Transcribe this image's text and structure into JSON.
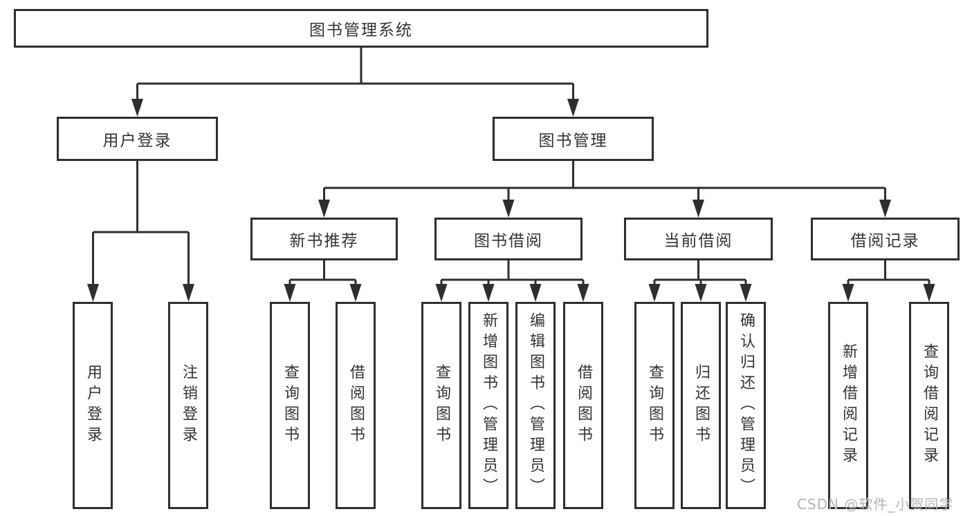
{
  "tree": {
    "label": "图书管理系统",
    "children": [
      {
        "label": "用户登录",
        "children": [
          {
            "label": "用户登录"
          },
          {
            "label": "注销登录"
          }
        ]
      },
      {
        "label": "图书管理",
        "children": [
          {
            "label": "新书推荐",
            "children": [
              {
                "label": "查询图书"
              },
              {
                "label": "借阅图书"
              }
            ]
          },
          {
            "label": "图书借阅",
            "children": [
              {
                "label": "查询图书"
              },
              {
                "label": "新增图书（管理员）"
              },
              {
                "label": "编辑图书（管理员）"
              },
              {
                "label": "借阅图书"
              }
            ]
          },
          {
            "label": "当前借阅",
            "children": [
              {
                "label": "查询图书"
              },
              {
                "label": "归还图书"
              },
              {
                "label": "确认归还（管理员）"
              }
            ]
          },
          {
            "label": "借阅记录",
            "children": [
              {
                "label": "新增借阅记录"
              },
              {
                "label": "查询借阅记录"
              }
            ]
          }
        ]
      }
    ]
  },
  "watermark": {
    "text": "CSDN @软件_小贺同学"
  },
  "colors": {
    "line": "#2e2e2e",
    "text": "#333333",
    "watermark": "#b5b5b5",
    "background": "#ffffff"
  }
}
